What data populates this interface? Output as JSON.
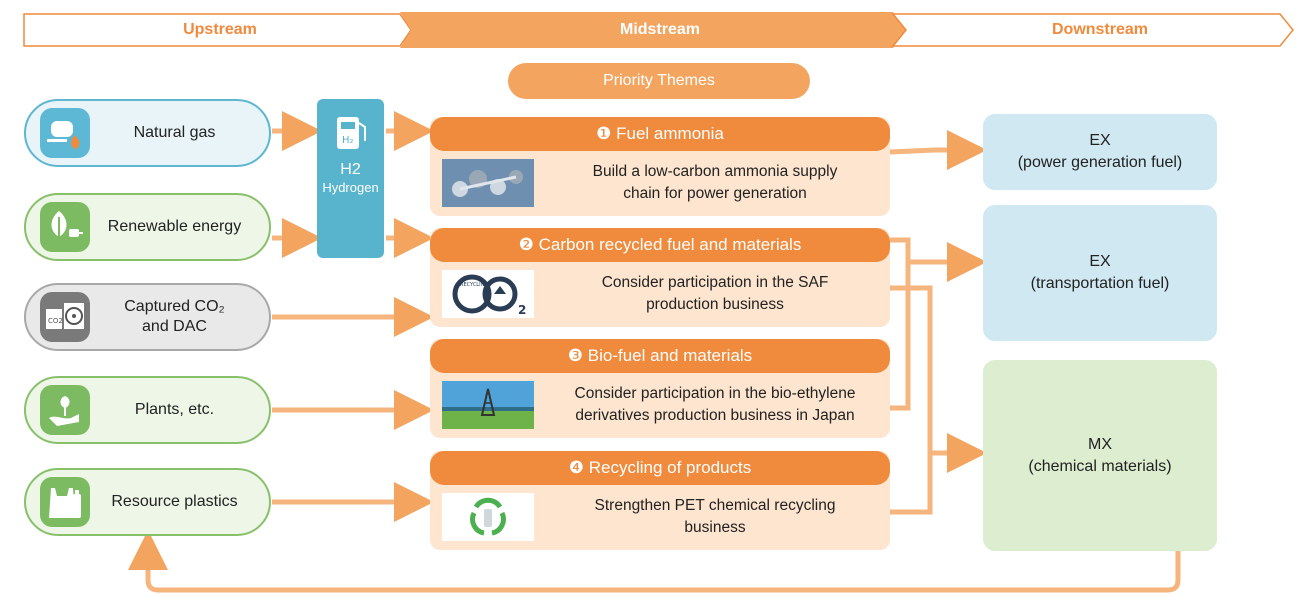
{
  "stages": {
    "upstream": "Upstream",
    "midstream": "Midstream",
    "downstream": "Downstream"
  },
  "priority_label": "Priority Themes",
  "sources": [
    {
      "label": "Natural gas",
      "icon": "gas-tank-icon"
    },
    {
      "label": "Renewable energy",
      "icon": "leaf-plug-icon"
    },
    {
      "label_line1": "Captured CO₂",
      "label_line2": "and DAC",
      "icon": "co2-capture-icon"
    },
    {
      "label": "Plants, etc.",
      "icon": "plant-hand-icon"
    },
    {
      "label": "Resource plastics",
      "icon": "plastic-bottle-icon"
    }
  ],
  "hydrogen": {
    "symbol": "H₂",
    "title": "H2",
    "subtitle": "Hydrogen"
  },
  "themes": [
    {
      "title": "❶ Fuel ammonia",
      "desc_line1": "Build a low-carbon ammonia supply",
      "desc_line2": "chain for power generation"
    },
    {
      "title": "❷ Carbon recycled fuel and materials",
      "desc_line1": "Consider participation in the SAF",
      "desc_line2": "production business",
      "logo_text": "RECYCLING"
    },
    {
      "title": "❸ Bio-fuel and materials",
      "desc_line1": "Consider participation in the bio-ethylene",
      "desc_line2": "derivatives production business in Japan"
    },
    {
      "title": "❹ Recycling of products",
      "desc_line1": "Strengthen PET chemical recycling",
      "desc_line2": "business"
    }
  ],
  "outputs": [
    {
      "line1": "EX",
      "line2": "(power generation fuel)"
    },
    {
      "line1": "EX",
      "line2": "(transportation fuel)"
    },
    {
      "line1": "MX",
      "line2": "(chemical materials)"
    }
  ],
  "colors": {
    "orange": "#f08a3c",
    "light_orange": "#fde5cf",
    "teal": "#58b4cc",
    "green": "#7dbb63"
  }
}
